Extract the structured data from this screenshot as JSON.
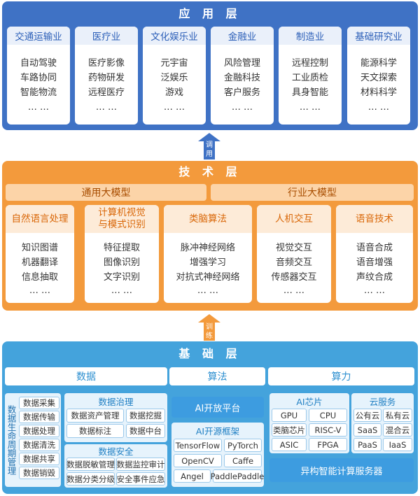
{
  "app_layer": {
    "title": "应 用 层",
    "cards": [
      {
        "title": "交通运输业",
        "items": [
          "自动驾驶",
          "车路协同",
          "智能物流",
          "… …"
        ]
      },
      {
        "title": "医疗业",
        "items": [
          "医疗影像",
          "药物研发",
          "远程医疗",
          "… …"
        ]
      },
      {
        "title": "文化娱乐业",
        "items": [
          "元宇宙",
          "泛娱乐",
          "游戏",
          "… …"
        ]
      },
      {
        "title": "金融业",
        "items": [
          "风险管理",
          "金融科技",
          "客户服务",
          "… …"
        ]
      },
      {
        "title": "制造业",
        "items": [
          "远程控制",
          "工业质检",
          "具身智能",
          "… …"
        ]
      },
      {
        "title": "基础研究业",
        "items": [
          "能源科学",
          "天文探索",
          "材料科学",
          "… …"
        ]
      }
    ]
  },
  "arrow_invoke": {
    "label1": "调",
    "label2": "用"
  },
  "tech_layer": {
    "title": "技 术 层",
    "general_model": "通用大模型",
    "industry_model": "行业大模型",
    "cards": [
      {
        "title_line1": "自然语言处理",
        "title_line2": "",
        "items": [
          "知识图谱",
          "机器翻译",
          "信息抽取",
          "… …"
        ]
      },
      {
        "title_line1": "计算机视觉",
        "title_line2": "与模式识别",
        "items": [
          "特征提取",
          "图像识别",
          "文字识别",
          "… …"
        ]
      },
      {
        "title_line1": "类脑算法",
        "title_line2": "",
        "items": [
          "脉冲神经网络",
          "增强学习",
          "对抗式神经网络",
          "… …"
        ]
      },
      {
        "title_line1": "人机交互",
        "title_line2": "",
        "items": [
          "视觉交互",
          "音频交互",
          "传感器交互",
          "… …"
        ]
      },
      {
        "title_line1": "语音技术",
        "title_line2": "",
        "items": [
          "语音合成",
          "语音增强",
          "声纹合成",
          "… …"
        ]
      }
    ]
  },
  "arrow_train": {
    "label1": "训",
    "label2": "练"
  },
  "base_layer": {
    "title": "基 础 层",
    "data_head": "数据",
    "algo_head": "算法",
    "compute_head": "算力",
    "lifecycle_label": "数据生命周期管理",
    "lifecycle_items": [
      "数据采集",
      "数据传输",
      "数据处理",
      "数据清洗",
      "数据共享",
      "数据销毁"
    ],
    "governance_title": "数据治理",
    "governance_items": [
      "数据资产管理",
      "数据挖掘",
      "数据标注",
      "数据中台"
    ],
    "security_title": "数据安全",
    "security_items": [
      "数据脱敏管理",
      "数据监控审计",
      "数据分类分级",
      "安全事件应急"
    ],
    "ai_platform": "AI开放平台",
    "ai_framework_title": "AI开源框架",
    "framework_items": [
      "TensorFlow",
      "PyTorch",
      "OpenCV",
      "Caffe",
      "Angel",
      "PaddlePaddle"
    ],
    "ai_chip_title": "AI芯片",
    "chip_items": [
      "GPU",
      "CPU",
      "类脑芯片",
      "RISC-V",
      "ASIC",
      "FPGA"
    ],
    "cloud_title": "云服务",
    "cloud_items": [
      "公有云",
      "私有云",
      "SaaS",
      "混合云",
      "PaaS",
      "IaaS"
    ],
    "hetero_server": "异构智能计算服务器"
  },
  "colors": {
    "app_blue": "#3f72c5",
    "tech_orange": "#f39a3c",
    "base_blue": "#44a3dc"
  }
}
